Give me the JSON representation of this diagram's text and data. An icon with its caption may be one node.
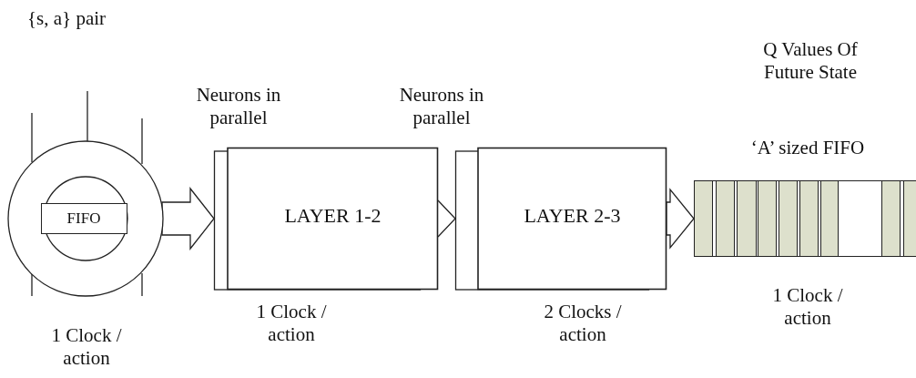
{
  "diagram": {
    "nodes": [
      {
        "text": [],
        "shape": "circle",
        "beside": [
          "1 Clock / action"
        ]
      },
      {
        "text": [
          "FIFO"
        ],
        "in": 0
      },
      {
        "text": [
          "LAYER 1-2"
        ],
        "beside": [
          "1 Clock / action"
        ]
      },
      {
        "text": [
          "LAYER 2-3"
        ],
        "beside": [
          "2 Clocks / action"
        ]
      },
      {
        "text": [],
        "shape": "bar",
        "beside": [
          "‘A’ sized FIFO",
          "1 Clock / action"
        ]
      }
    ],
    "edges": [
      {
        "from": 0,
        "to": 2,
        "arrow": "to"
      },
      {
        "from": 2,
        "to": 3,
        "arrow": "to"
      },
      {
        "from": 3,
        "to": 4,
        "arrow": "to"
      }
    ],
    "labels": [
      "{s, a} pair",
      "Neurons in parallel",
      "Neurons in parallel",
      "Q Values Of Future State"
    ]
  }
}
